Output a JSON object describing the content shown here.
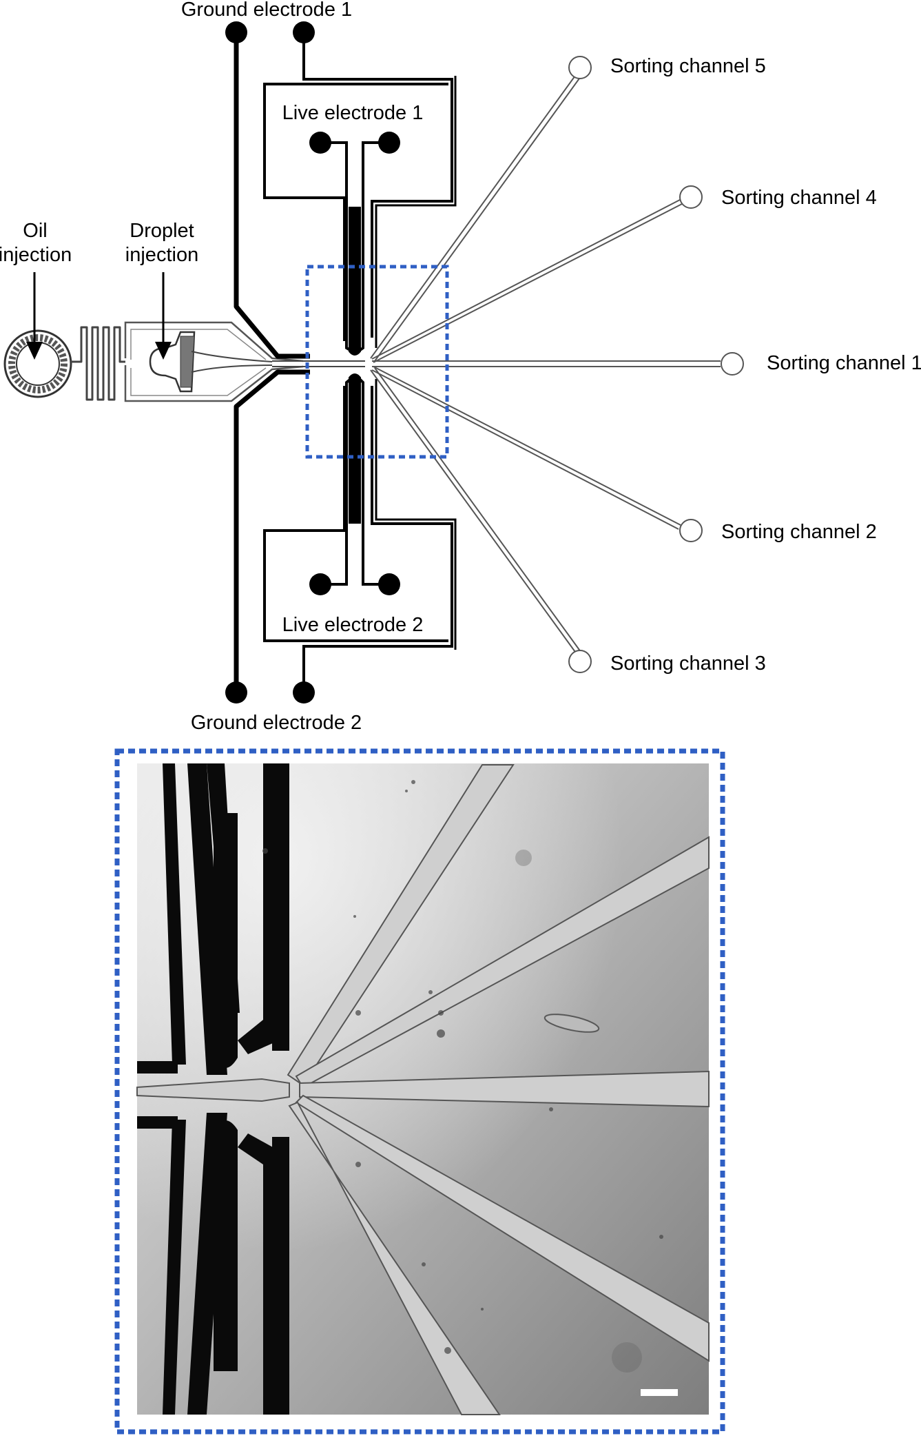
{
  "labels": {
    "ground_electrode_1": "Ground electrode 1",
    "ground_electrode_2": "Ground electrode 2",
    "live_electrode_1": "Live electrode 1",
    "live_electrode_2": "Live electrode 2",
    "oil_injection_line1": "Oil",
    "oil_injection_line2": "injection",
    "droplet_injection_line1": "Droplet",
    "droplet_injection_line2": "injection",
    "sorting_channel_1": "Sorting channel 1",
    "sorting_channel_2": "Sorting channel 2",
    "sorting_channel_3": "Sorting channel 3",
    "sorting_channel_4": "Sorting channel 4",
    "sorting_channel_5": "Sorting channel 5"
  },
  "colors": {
    "highlight_box": "#2f5fc4",
    "electrode": "#000000",
    "channel_outline": "#555555",
    "micrograph_background": "#9c9c9c"
  }
}
